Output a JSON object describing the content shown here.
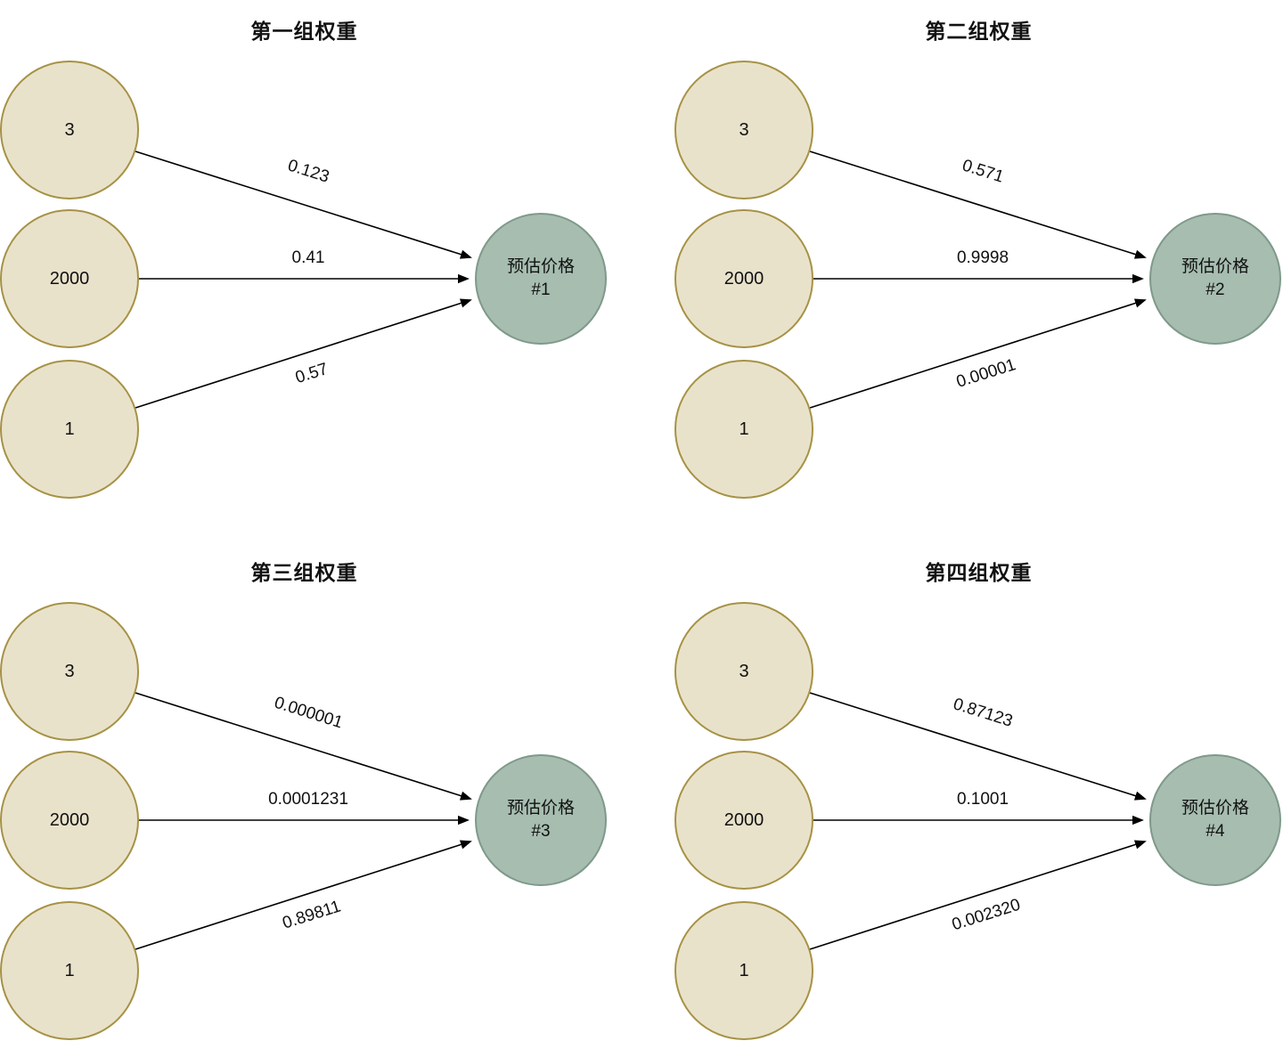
{
  "colors": {
    "input_fill": "#e9e2cb",
    "input_stroke": "#a69244",
    "output_fill": "#a6bdb0",
    "output_stroke": "#7f998b",
    "arrow": "#000000"
  },
  "groups": [
    {
      "title": "第一组权重",
      "inputs": [
        "3",
        "2000",
        "1"
      ],
      "output_label": "预估价格",
      "output_id": "#1",
      "weights": [
        "0.123",
        "0.41",
        "0.57"
      ]
    },
    {
      "title": "第二组权重",
      "inputs": [
        "3",
        "2000",
        "1"
      ],
      "output_label": "预估价格",
      "output_id": "#2",
      "weights": [
        "0.571",
        "0.9998",
        "0.00001"
      ]
    },
    {
      "title": "第三组权重",
      "inputs": [
        "3",
        "2000",
        "1"
      ],
      "output_label": "预估价格",
      "output_id": "#3",
      "weights": [
        "0.000001",
        "0.0001231",
        "0.89811"
      ]
    },
    {
      "title": "第四组权重",
      "inputs": [
        "3",
        "2000",
        "1"
      ],
      "output_label": "预估价格",
      "output_id": "#4",
      "weights": [
        "0.87123",
        "0.1001",
        "0.002320"
      ]
    }
  ]
}
